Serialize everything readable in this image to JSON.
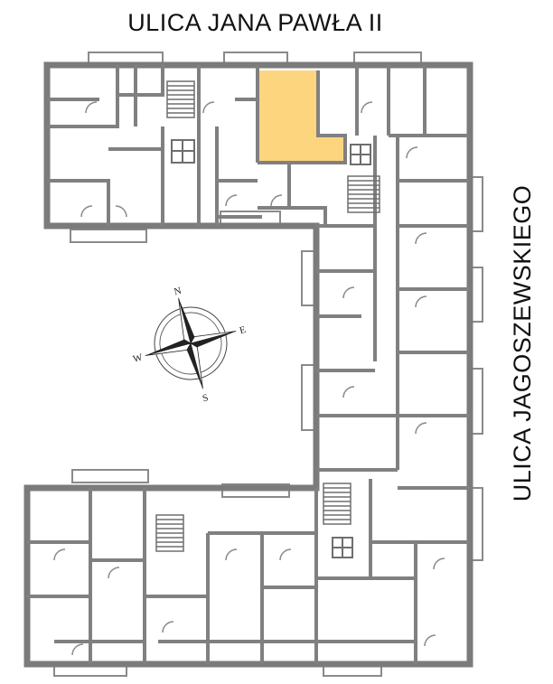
{
  "streets": {
    "top": "ULICA  JANA PAWŁA II",
    "right": "ULICA  JAGOSZEWSKIEGO"
  },
  "compass": {
    "n": "N",
    "e": "E",
    "s": "S",
    "w": "W"
  },
  "colors": {
    "wall": "#7b7b7b",
    "highlight": "#fed57f",
    "background": "#ffffff"
  },
  "icons": [
    "compass-rose-icon",
    "stairs-icon",
    "elevator-icon",
    "door-swing-icon"
  ]
}
